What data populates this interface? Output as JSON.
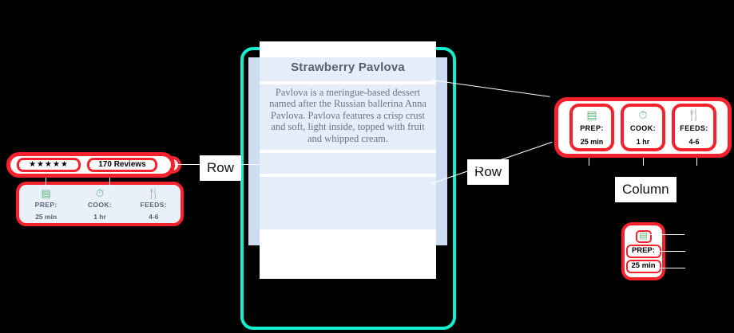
{
  "diagram": {
    "background_color": "#000000",
    "accent_highlight_color": "#f5222d",
    "device_outline_color": "#12f0d0",
    "card_band_color": "#e4edf8",
    "icon_color": "#59b377"
  },
  "annotations": {
    "row_label_left": "Row",
    "row_label_right": "Row",
    "column_label": "Column"
  },
  "recipe_card": {
    "title": "Strawberry Pavlova",
    "description": "Pavlova is a meringue-based dessert named after the Russian ballerina Anna Pavlova. Pavlova features a crisp crust and soft, light inside, topped with fruit and whipped cream.",
    "rating": {
      "stars": "★ ★ ★ ★ ★",
      "stars_compact": "★★★★★",
      "reviews": "170 Reviews"
    },
    "info_columns": [
      {
        "icon": "kitchen-icon",
        "glyph": "▤",
        "label": "PREP:",
        "value": "25 min"
      },
      {
        "icon": "timer-icon",
        "glyph": "⏱",
        "label": "COOK:",
        "value": "1 hr"
      },
      {
        "icon": "restaurant-icon",
        "glyph": "🍴",
        "label": "FEEDS:",
        "value": "4-6"
      }
    ]
  },
  "exploded_row": {
    "stars": "★★★★★",
    "reviews": "170 Reviews"
  },
  "exploded_column": {
    "icon": "kitchen-icon",
    "glyph": "▤",
    "label": "PREP:",
    "value": "25 min"
  }
}
